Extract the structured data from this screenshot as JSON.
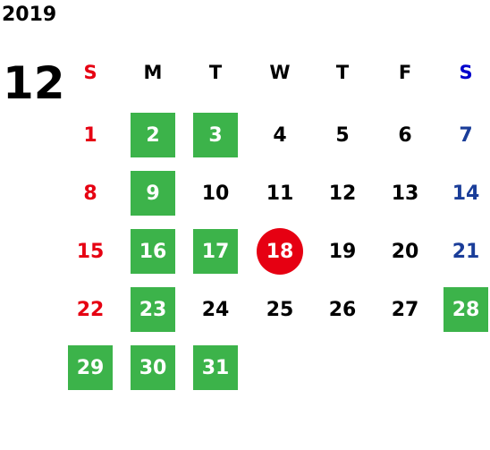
{
  "calendar": {
    "year": "2019",
    "month": "12",
    "colors": {
      "sunday": "#e60012",
      "saturday": "#1a3d99",
      "saturday_header": "#0000cc",
      "weekday": "#000000",
      "highlight_bg": "#3cb34a",
      "highlight_fg": "#ffffff",
      "today_bg": "#e60012"
    },
    "weekdays": [
      "S",
      "M",
      "T",
      "W",
      "T",
      "F",
      "S"
    ],
    "weeks": [
      [
        null,
        "1",
        "2",
        "3",
        "4",
        "5",
        "6",
        "7"
      ],
      [
        null,
        "8",
        "9",
        "10",
        "11",
        "12",
        "13",
        "14"
      ],
      [
        null,
        "15",
        "16",
        "17",
        "18",
        "19",
        "20",
        "21"
      ],
      [
        null,
        "22",
        "23",
        "24",
        "25",
        "26",
        "27",
        "28"
      ],
      [
        "29",
        "30",
        "31",
        null,
        null,
        null,
        null,
        null
      ]
    ],
    "highlighted_days": [
      "2",
      "3",
      "9",
      "16",
      "17",
      "23",
      "28",
      "29",
      "30",
      "31"
    ],
    "today": "18"
  }
}
